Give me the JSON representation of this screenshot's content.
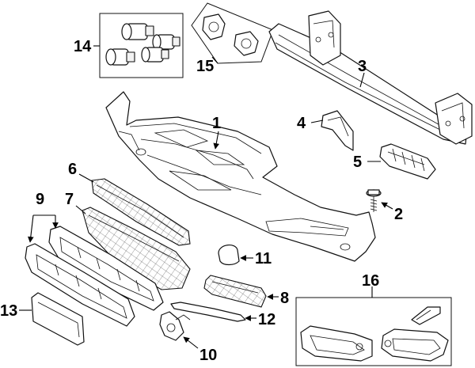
{
  "diagram": {
    "labels": {
      "p1": "1",
      "p2": "2",
      "p3": "3",
      "p4": "4",
      "p5": "5",
      "p6": "6",
      "p7": "7",
      "p8": "8",
      "p9": "9",
      "p10": "10",
      "p11": "11",
      "p12": "12",
      "p13": "13",
      "p14": "14",
      "p15": "15",
      "p16": "16"
    },
    "colors": {
      "line": "#111111",
      "background": "#ffffff"
    }
  }
}
